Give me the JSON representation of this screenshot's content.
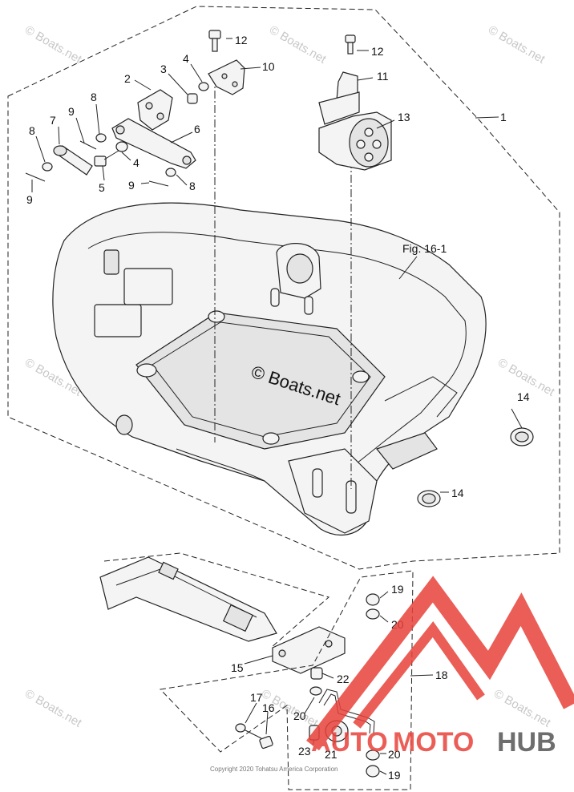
{
  "callouts": {
    "p1": "1",
    "p2": "2",
    "p3": "3",
    "p4a": "4",
    "p4b": "4",
    "p5": "5",
    "p6": "6",
    "p7": "7",
    "p8a": "8",
    "p8b": "8",
    "p8c": "8",
    "p9a": "9",
    "p9b": "9",
    "p9c": "9",
    "p10": "10",
    "p11": "11",
    "p12a": "12",
    "p12b": "12",
    "p13": "13",
    "p14a": "14",
    "p14b": "14",
    "p15": "15",
    "p16": "16",
    "p17": "17",
    "p18": "18",
    "p19a": "19",
    "p19b": "19",
    "p20a": "20",
    "p20b": "20",
    "p20c": "20",
    "p21": "21",
    "p22": "22",
    "p23": "23"
  },
  "figure_ref": "Fig. 16-1",
  "watermark": {
    "center": "© Boats.net",
    "corner": "© Boats.net"
  },
  "copyright": "Copyright 2020 Tohatsu America Corporation",
  "logo": {
    "part1": "AUTO",
    "part2": "MOTO",
    "part3": "HUB",
    "color_red": "#e8423a",
    "color_gray": "#555555"
  }
}
